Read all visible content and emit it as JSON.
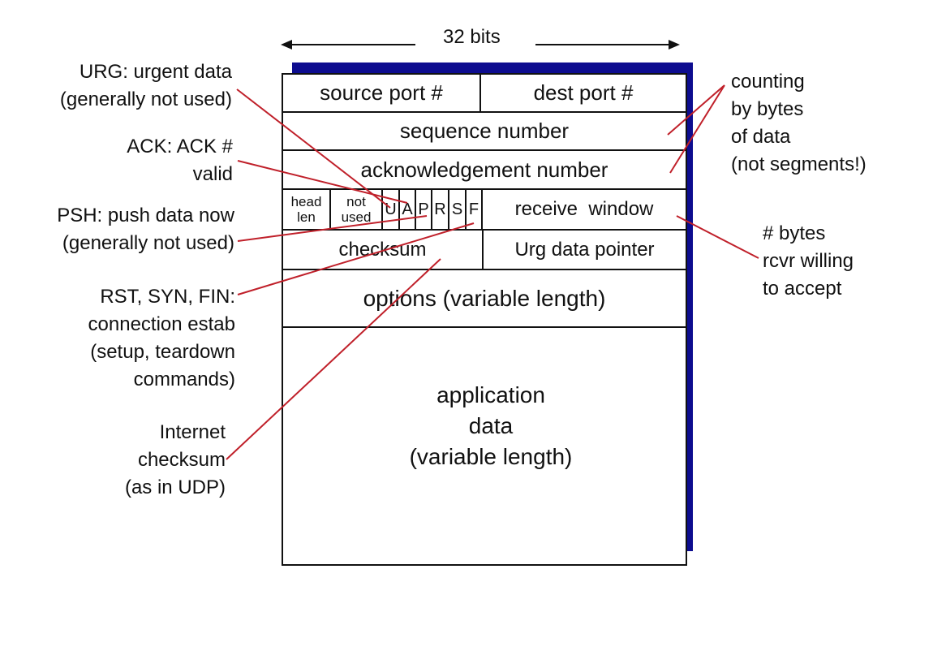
{
  "width_label": "32 bits",
  "colors": {
    "header_shadow": "#0d0c8f",
    "pointer_lines": "#c0202a",
    "border": "#111111"
  },
  "header": {
    "source_port": "source port #",
    "dest_port": "dest port #",
    "sequence_number": "sequence number",
    "acknowledgement_number": "acknowledgement number",
    "head_len": [
      "head",
      "len"
    ],
    "not_used": [
      "not",
      "used"
    ],
    "flags": [
      "U",
      "A",
      "P",
      "R",
      "S",
      "F"
    ],
    "receive_window": "receive  window",
    "checksum": "checksum",
    "urg_pointer": "Urg data pointer",
    "options": "options (variable length)",
    "application_data": [
      "application",
      "data",
      "(variable length)"
    ]
  },
  "annotations": {
    "urg": [
      "URG: urgent data",
      "(generally not used)"
    ],
    "ack": [
      "ACK: ACK #",
      "valid"
    ],
    "psh": [
      "PSH: push data now",
      "(generally not used)"
    ],
    "rst_syn_fin": [
      "RST, SYN, FIN:",
      "connection estab",
      "(setup, teardown",
      "commands)"
    ],
    "internet_checksum": [
      "Internet",
      "checksum",
      "(as in UDP)"
    ],
    "counting": [
      "counting",
      "by bytes",
      "of data",
      "(not segments!)"
    ],
    "bytes_rcvr": [
      "# bytes",
      "rcvr willing",
      "to accept"
    ]
  }
}
